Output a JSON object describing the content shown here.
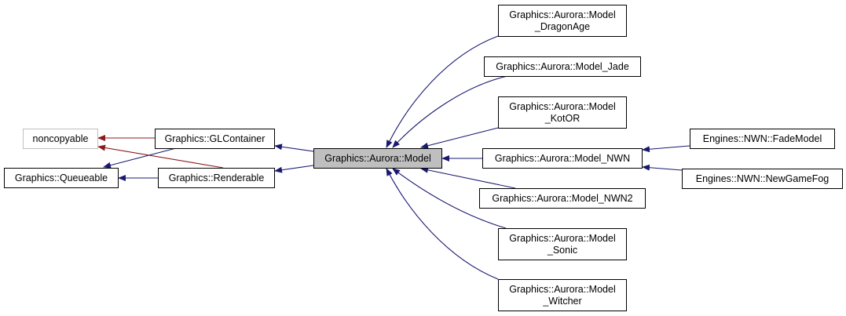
{
  "colors": {
    "inherit_edge": "#191970",
    "private_edge": "#8b1a1a",
    "selected_fill": "#bfbfbf",
    "external_border": "#bfbfbf"
  },
  "nodes": {
    "noncopyable": {
      "label": "noncopyable"
    },
    "queueable": {
      "label": "Graphics::Queueable"
    },
    "glcontainer": {
      "label": "Graphics::GLContainer"
    },
    "renderable": {
      "label": "Graphics::Renderable"
    },
    "model": {
      "label": "Graphics::Aurora::Model"
    },
    "dragonage": {
      "line1": "Graphics::Aurora::Model",
      "line2": "_DragonAge"
    },
    "jade": {
      "label": "Graphics::Aurora::Model_Jade"
    },
    "kotor": {
      "line1": "Graphics::Aurora::Model",
      "line2": "_KotOR"
    },
    "nwn": {
      "label": "Graphics::Aurora::Model_NWN"
    },
    "nwn2": {
      "label": "Graphics::Aurora::Model_NWN2"
    },
    "sonic": {
      "line1": "Graphics::Aurora::Model",
      "line2": "_Sonic"
    },
    "witcher": {
      "line1": "Graphics::Aurora::Model",
      "line2": "_Witcher"
    },
    "fademodel": {
      "label": "Engines::NWN::FadeModel"
    },
    "newgamefog": {
      "label": "Engines::NWN::NewGameFog"
    }
  }
}
